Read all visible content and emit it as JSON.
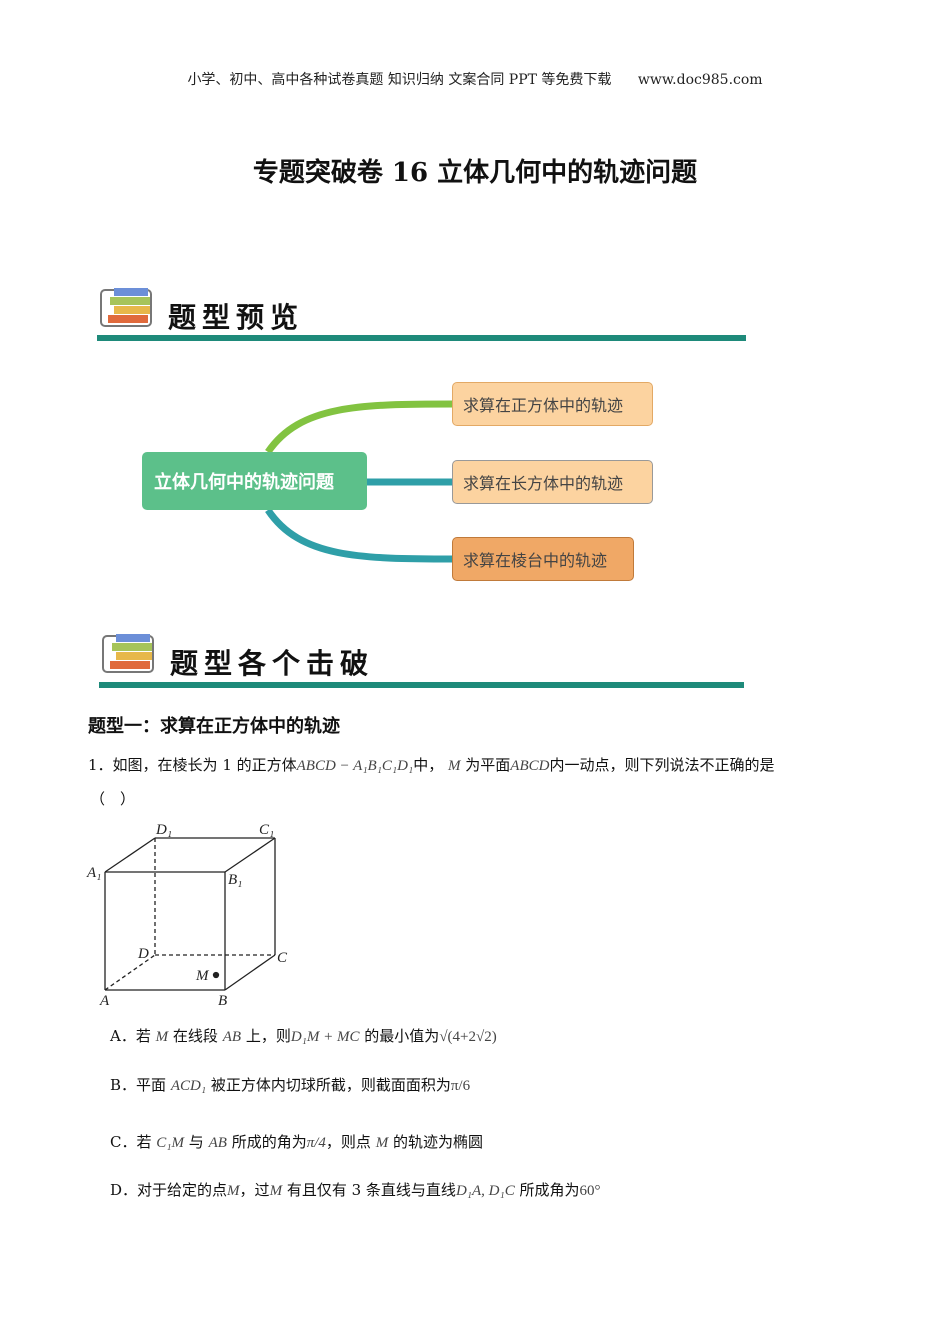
{
  "header": {
    "left": "小学、初中、高中各种试卷真题 知识归纳 文案合同 PPT 等免费下载",
    "right": "www.doc985.com"
  },
  "title": "专题突破卷 16 立体几何中的轨迹问题",
  "section1": {
    "label": "题型预览"
  },
  "mindmap": {
    "root": "立体几何中的轨迹问题",
    "branches": [
      "求算在正方体中的轨迹",
      "求算在长方体中的轨迹",
      "求算在棱台中的轨迹"
    ],
    "colors": {
      "root": "#5cc08a",
      "branch1": "#fcd3a0",
      "branch2": "#fcd3a0",
      "branch3": "#f0a866",
      "curve1": "#82c341",
      "curve2": "#2f9fa8"
    }
  },
  "section2": {
    "label": "题型各个击破"
  },
  "type1_heading": "题型一：求算在正方体中的轨迹",
  "question": {
    "number": "1．",
    "text1": "如图，在棱长为 1 的正方体",
    "cube": "ABCD − A₁B₁C₁D₁",
    "text2": "中，",
    "M": "M",
    "text3": "为平面",
    "plane": "ABCD",
    "text4": "内一动点，则下列说法不正确的是",
    "paren": "（　）"
  },
  "figure": {
    "labels": {
      "A": "A",
      "B": "B",
      "C": "C",
      "D": "D",
      "A1": "A₁",
      "B1": "B₁",
      "C1": "C₁",
      "D1": "D₁",
      "M": "M"
    }
  },
  "options": [
    {
      "letter": "A．",
      "parts": [
        "若",
        "M",
        "在线段",
        "AB",
        "上，则",
        "D₁M + MC",
        "的最小值为",
        "√(4+2√2)"
      ]
    },
    {
      "letter": "B．",
      "parts": [
        "平面",
        "ACD₁",
        "被正方体内切球所截，则截面面积为",
        "π/6"
      ]
    },
    {
      "letter": "C．",
      "parts": [
        "若",
        "C₁M",
        "与",
        "AB",
        "所成的角为",
        "π/4",
        "，则点",
        "M",
        "的轨迹为椭圆"
      ]
    },
    {
      "letter": "D．",
      "parts": [
        "对于给定的点",
        "M",
        "，过",
        "M",
        "有且仅有 3 条直线与直线",
        "D₁A, D₁C",
        "所成角为",
        "60°"
      ]
    }
  ]
}
